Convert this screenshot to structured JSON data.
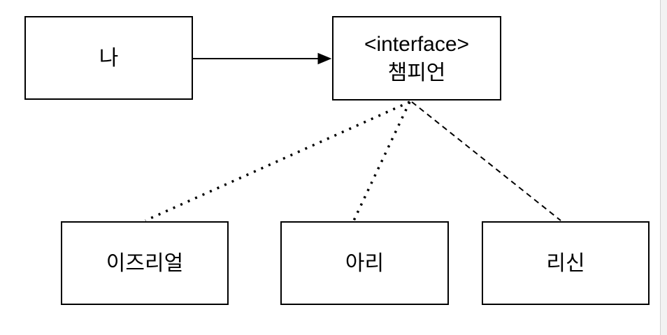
{
  "diagram": {
    "background_color": "#ffffff",
    "stroke_color": "#000000",
    "nodes": {
      "me": {
        "label": "나"
      },
      "champion": {
        "stereotype": "<interface>",
        "label": "챔피언"
      },
      "ezreal": {
        "label": "이즈리얼"
      },
      "ahri": {
        "label": "아리"
      },
      "leesin": {
        "label": "리신"
      }
    },
    "edges": [
      {
        "from": "me",
        "to": "champion",
        "style": "solid-arrow"
      },
      {
        "from": "champion",
        "to": "ezreal",
        "style": "dotted"
      },
      {
        "from": "champion",
        "to": "ahri",
        "style": "dotted"
      },
      {
        "from": "champion",
        "to": "leesin",
        "style": "dashed"
      }
    ]
  },
  "chrome": {
    "scrollbar_track_color": "#f2f2f2",
    "scrollbar_border_color": "#d0d0d0"
  }
}
